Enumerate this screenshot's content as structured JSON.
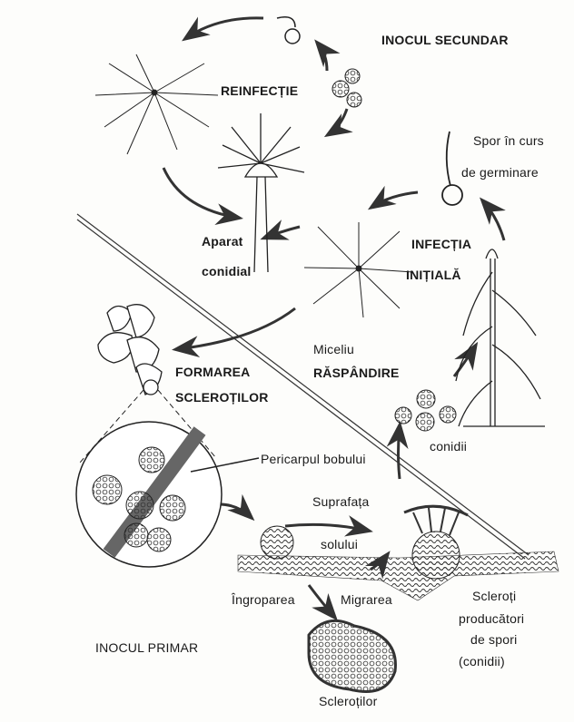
{
  "labels": {
    "inocul_secundar": "INOCUL SECUNDAR",
    "reinfectie": "REINFECȚIE",
    "spor_line1": "Spor în curs",
    "spor_line2": "de germinare",
    "aparat_line1": "Aparat",
    "aparat_line2": "conidial",
    "infectia_line1": "INFECȚIA",
    "infectia_line2": "INIȚIALĂ",
    "miceliu": "Miceliu",
    "formarea_line1": "FORMAREA",
    "formarea_line2": "SCLEROȚILOR",
    "raspandire": "RĂSPÂNDIRE",
    "conidii": "conidii",
    "pericarpul": "Pericarpul bobului",
    "suprafata_line1": "Suprafața",
    "suprafata_line2": "solului",
    "ingroparea": "Îngroparea",
    "migrarea": "Migrarea",
    "scleroti_line1": "Scleroți",
    "scleroti_line2": "producători",
    "scleroti_line3": "de spori",
    "scleroti_line4": "(conidii)",
    "inocul_primar": "INOCUL PRIMAR",
    "sclerotilor": "Scleroților"
  },
  "colors": {
    "ink": "#1a1a1a",
    "tissue": "#555555",
    "paper": "#fdfdfb"
  }
}
